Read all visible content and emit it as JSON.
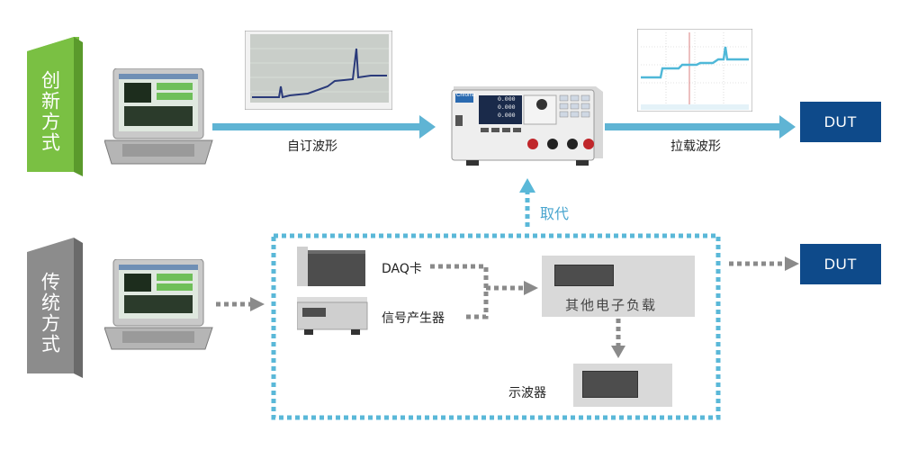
{
  "left": {
    "top_label": "创新方式",
    "bottom_label": "传统方式"
  },
  "arrows": {
    "custom_waveform": "自订波形",
    "capture_waveform": "拉载波形",
    "replace": "取代"
  },
  "dut": {
    "top": "DUT",
    "bottom": "DUT"
  },
  "traditional": {
    "daq": "DAQ卡",
    "signal_generator": "信号产生器",
    "electronic_load": "其他电子负载",
    "oscilloscope": "示波器"
  },
  "instrument": {
    "brand": "Chroma",
    "readouts": [
      "0.000",
      "0.000",
      "0.000"
    ]
  },
  "colors": {
    "green": "#7ac043",
    "grey": "#8c8c8c",
    "arrow": "#5fb4d4",
    "dut": "#0e4a8a",
    "dotted": "#5ab8d8"
  }
}
